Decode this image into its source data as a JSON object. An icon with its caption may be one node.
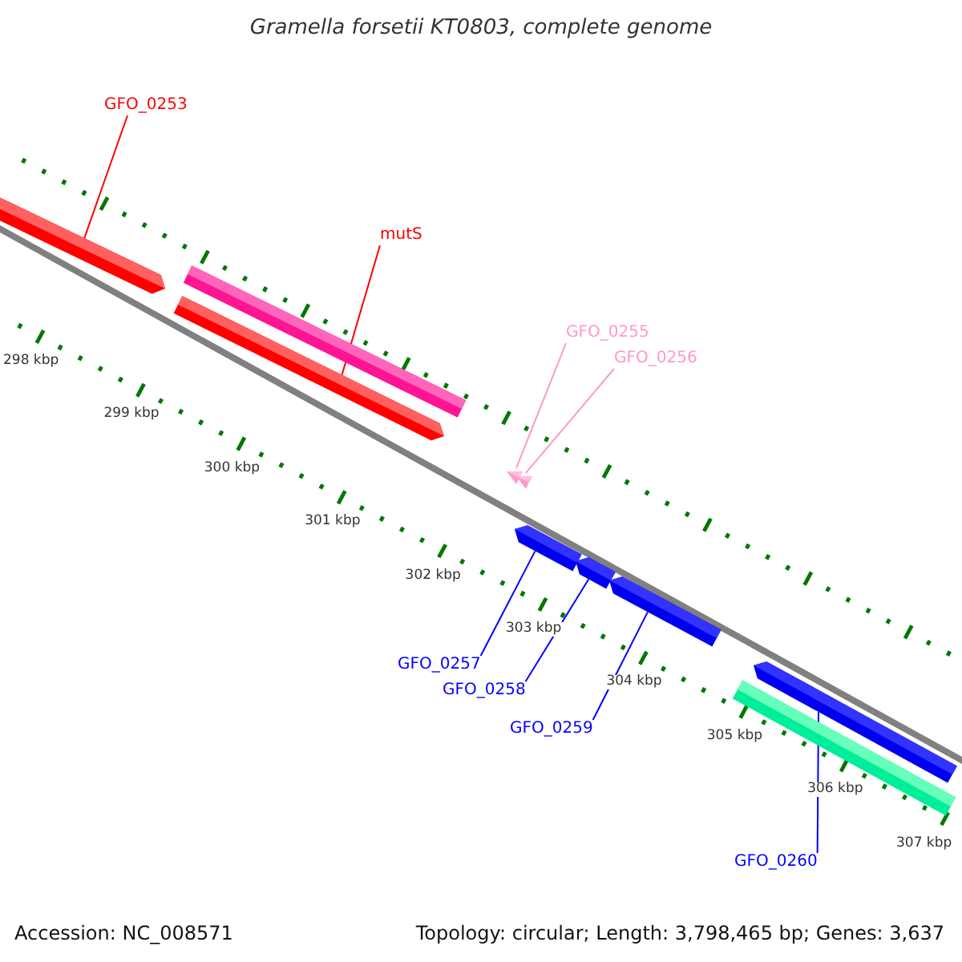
{
  "diagram": {
    "title": "Gramella forsetii KT0803, complete genome",
    "nodes": [
      {
        "text": [
          "GFO_0253"
        ]
      },
      {
        "text": [],
        "shape": "bar"
      },
      {
        "text": [
          "mutS"
        ]
      },
      {
        "text": [],
        "shape": "bar"
      },
      {
        "text": [],
        "shape": "bar"
      },
      {
        "text": [
          "GFO_0255"
        ]
      },
      {
        "text": [
          "GFO_0256"
        ]
      },
      {
        "text": [],
        "shape": "triangle"
      },
      {
        "text": [],
        "shape": "triangle"
      },
      {
        "text": [],
        "shape": "bar"
      },
      {
        "text": [],
        "shape": "bar"
      },
      {
        "text": [],
        "shape": "bar"
      },
      {
        "text": [
          "GFO_0257"
        ]
      },
      {
        "text": [
          "GFO_0258"
        ]
      },
      {
        "text": [
          "GFO_0259"
        ]
      },
      {
        "text": [],
        "shape": "bar"
      },
      {
        "text": [],
        "shape": "bar"
      },
      {
        "text": [
          "GFO_0260"
        ]
      }
    ],
    "edges": [
      {
        "from": 0,
        "to": 1,
        "arrow": "none",
        "color": "#ff0000"
      },
      {
        "from": 2,
        "to": 4,
        "arrow": "none",
        "color": "#ff0000"
      },
      {
        "from": 5,
        "to": 7,
        "arrow": "none",
        "color": "#ff99cc"
      },
      {
        "from": 6,
        "to": 8,
        "arrow": "none",
        "color": "#ff99cc"
      },
      {
        "from": 12,
        "to": 9,
        "arrow": "none"
      },
      {
        "from": 13,
        "to": 10,
        "arrow": "none"
      },
      {
        "from": 14,
        "to": 11,
        "arrow": "none"
      },
      {
        "from": 17,
        "to": 16,
        "arrow": "none"
      }
    ],
    "labels": [
      "298 kbp",
      "299 kbp",
      "300 kbp",
      "301 kbp",
      "302 kbp",
      "303 kbp",
      "304 kbp",
      "305 kbp",
      "306 kbp",
      "307 kbp",
      "Accession: NC_008571",
      "Topology: circular; Length: 3,798,465 bp; Genes: 3,637"
    ]
  }
}
